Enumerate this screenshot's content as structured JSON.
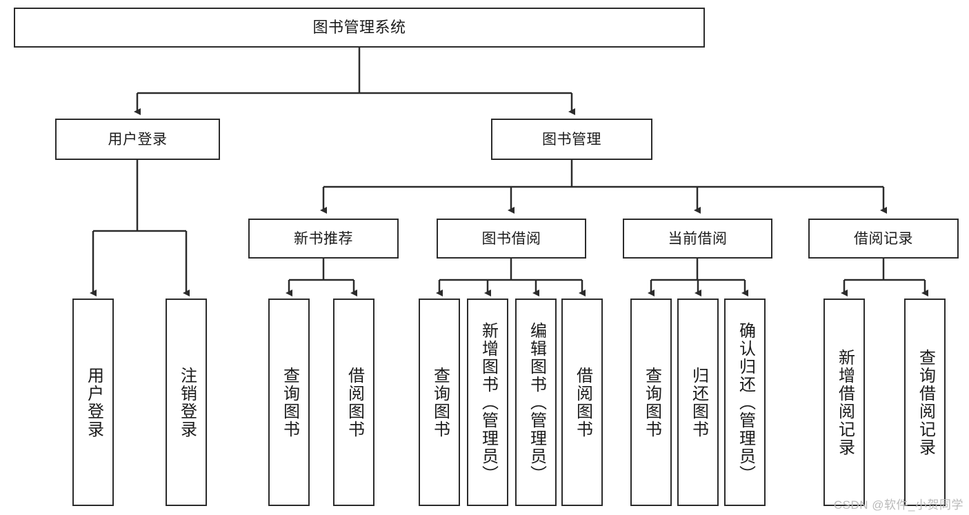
{
  "diagram": {
    "title": "图书管理系统",
    "watermark": "CSDN @软件_小贺同学",
    "colors": {
      "box_border": "#2b2b2b",
      "box_fill": "#ffffff",
      "connector": "#2b2b2b",
      "background": "#ffffff",
      "watermark_text": "#b9b9b9"
    },
    "root": {
      "label": "图书管理系统"
    },
    "level2": [
      {
        "label": "用户登录"
      },
      {
        "label": "图书管理"
      }
    ],
    "level3": [
      {
        "label": "新书推荐"
      },
      {
        "label": "图书借阅"
      },
      {
        "label": "当前借阅"
      },
      {
        "label": "借阅记录"
      }
    ],
    "leaves": {
      "user_login": [
        {
          "label": "用户登录"
        },
        {
          "label": "注销登录"
        }
      ],
      "new_book_recommend": [
        {
          "label": "查询图书"
        },
        {
          "label": "借阅图书"
        }
      ],
      "book_borrow": [
        {
          "label": "查询图书"
        },
        {
          "label": "新增图书（管理员）"
        },
        {
          "label": "编辑图书（管理员）"
        },
        {
          "label": "借阅图书"
        }
      ],
      "current_borrow": [
        {
          "label": "查询图书"
        },
        {
          "label": "归还图书"
        },
        {
          "label": "确认归还（管理员）"
        }
      ],
      "borrow_record": [
        {
          "label": "新增借阅记录"
        },
        {
          "label": "查询借阅记录"
        }
      ]
    }
  }
}
